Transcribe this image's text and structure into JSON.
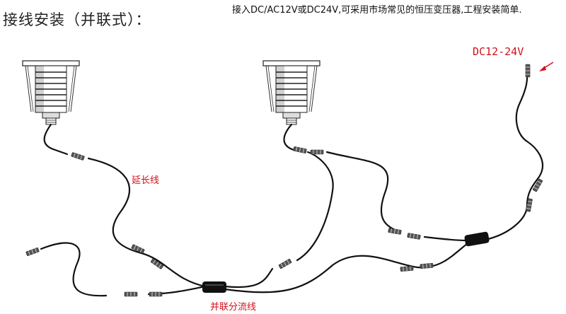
{
  "header": {
    "title": "接线安装（并联式）：",
    "description": "接入DC/AC12V或DC24V,可采用市场常见的恒压变压器,工程安装简单."
  },
  "labels": {
    "extension_cable": "延长线",
    "parallel_splitter": "并联分流线",
    "power_input": "DC12-24V"
  },
  "colors": {
    "label_red": "#d0121b",
    "cable": "#111111"
  }
}
